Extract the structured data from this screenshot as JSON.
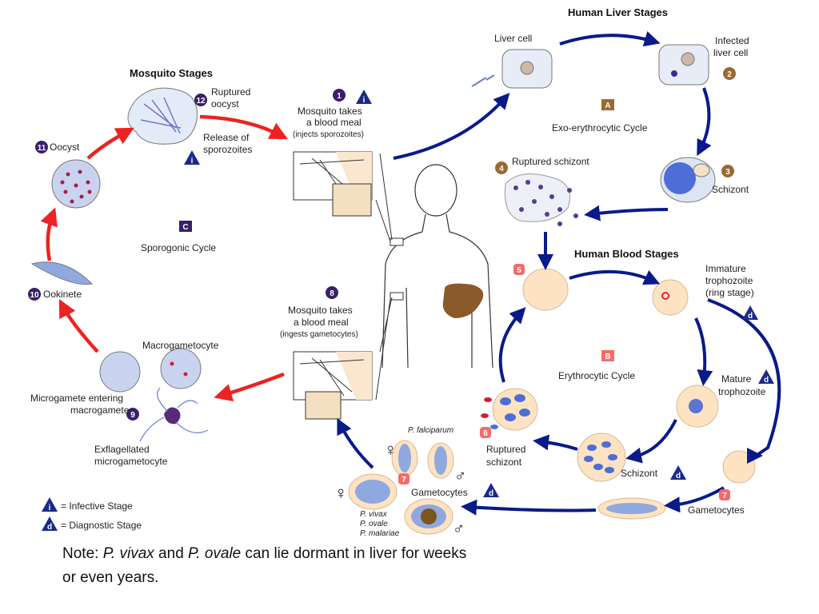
{
  "titles": {
    "mosquito": "Mosquito Stages",
    "liver": "Human Liver Stages",
    "blood": "Human Blood Stages"
  },
  "cycles": {
    "exo": {
      "letter": "A",
      "label": "Exo-erythrocytic Cycle"
    },
    "eryth": {
      "letter": "B",
      "label": "Erythrocytic Cycle"
    },
    "sporo": {
      "letter": "C",
      "label": "Sporogonic Cycle"
    }
  },
  "steps": {
    "s1": {
      "num": "1",
      "line1": "Mosquito takes",
      "line2": "a blood meal",
      "line3": "(injects sporozoites)"
    },
    "s2": {
      "num": "2",
      "line1": "Infected",
      "line2": "liver cell"
    },
    "liver_cell": "Liver cell",
    "s3": {
      "num": "3",
      "label": "Schizont"
    },
    "s4": {
      "num": "4",
      "label": "Ruptured schizont"
    },
    "s5": {
      "num": "5"
    },
    "immature": {
      "line1": "Immature",
      "line2": "trophozoite",
      "line3": "(ring stage)"
    },
    "mature": {
      "line1": "Mature",
      "line2": "trophozoite"
    },
    "schizont_b": "Schizont",
    "s6": {
      "num": "6",
      "line1": "Ruptured",
      "line2": "schizont"
    },
    "s7": {
      "num": "7",
      "label": "Gametocytes"
    },
    "s7b": {
      "num": "7",
      "label": "Gametocytes"
    },
    "s8": {
      "num": "8",
      "line1": "Mosquito takes",
      "line2": "a blood meal",
      "line3": "(ingests gametocytes)"
    },
    "s9": {
      "num": "9",
      "line1": "Microgamete entering",
      "line2": "macrogamete"
    },
    "macro": "Macrogametocyte",
    "exflag": {
      "line1": "Exflagellated",
      "line2": "microgametocyte"
    },
    "s10": {
      "num": "10",
      "label": "Ookinete"
    },
    "s11": {
      "num": "11",
      "label": "Oocyst"
    },
    "s12": {
      "num": "12",
      "line1": "Ruptured",
      "line2": "oocyst"
    },
    "release": {
      "line1": "Release of",
      "line2": "sporozoites"
    }
  },
  "species": {
    "falciparum": "P. falciparum",
    "vivax": "P. vivax",
    "ovale": "P. ovale",
    "malariae": "P. malariae"
  },
  "legend": {
    "infective_symbol": "i",
    "infective": "= Infective Stage",
    "diagnostic_symbol": "d",
    "diagnostic": "= Diagnostic Stage"
  },
  "note": {
    "prefix": "Note: ",
    "sp1": "P. vivax",
    "and": " and ",
    "sp2": "P. ovale",
    "rest": " can lie dormant in liver for weeks or even years."
  },
  "colors": {
    "red_arrow": "#ee2222",
    "blue_arrow": "#0a1a8a",
    "rbc": "#fde3c2",
    "cell_blue": "#8fa8e0",
    "parasite": "#3b2a86",
    "badge_purple": "#3a1f6a",
    "badge_brown": "#9a6a32",
    "badge_pink": "#f26b6b",
    "triangle": "#1a2a8a"
  }
}
